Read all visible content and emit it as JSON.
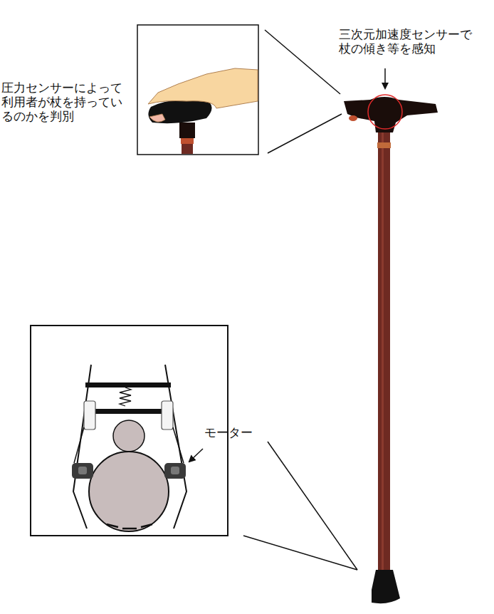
{
  "diagram": {
    "labels": [
      "三次元加速度センサーで 杖の傾き等を感知",
      "圧力センサーによって 利用者が杖を持ってい るのかを判別",
      "モーター"
    ]
  }
}
